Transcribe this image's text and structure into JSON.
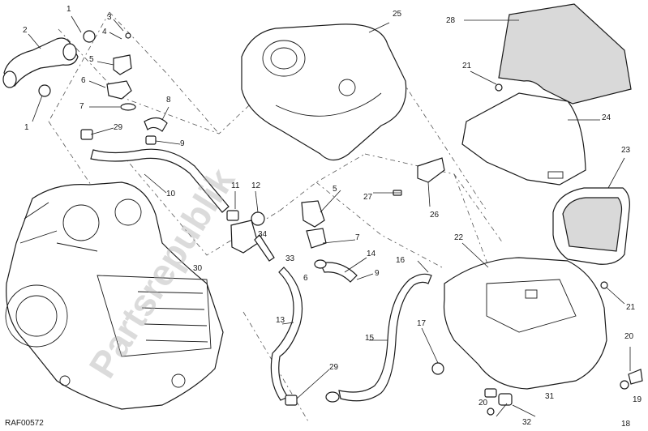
{
  "diagram": {
    "drawing_code": "RAF00572",
    "watermark_text": "Partsrepublik",
    "part_numbers": [
      "1",
      "1",
      "2",
      "3",
      "4",
      "5",
      "6",
      "7",
      "8",
      "29",
      "9",
      "10",
      "11",
      "12",
      "34",
      "30",
      "33",
      "5",
      "27",
      "26",
      "7",
      "14",
      "6",
      "9",
      "16",
      "13",
      "15",
      "17",
      "29",
      "25",
      "28",
      "21",
      "24",
      "23",
      "22",
      "21",
      "20",
      "19",
      "18",
      "20",
      "32",
      "31"
    ],
    "colors": {
      "line": "#1a1a1a",
      "fill_gray": "#d9d9d9",
      "watermark": "#b0b0b0"
    }
  }
}
